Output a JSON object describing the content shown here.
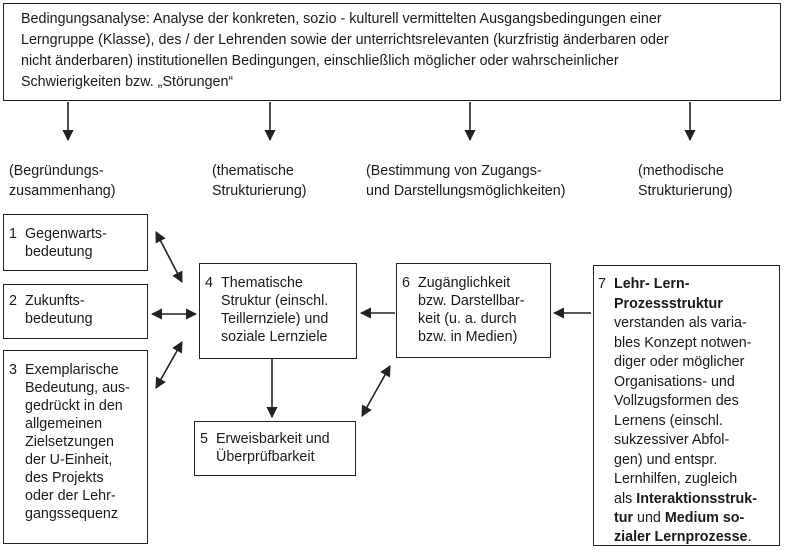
{
  "top_box": {
    "lines": [
      "Bedingungsanalyse: Analyse der konkreten, sozio - kulturell vermittelten Ausgangsbedingungen einer",
      "Lerngruppe (Klasse), des / der Lehrenden sowie der unterrichtsrelevanten (kurzfristig änderbaren oder",
      "nicht änderbaren) institutionellen Bedingungen, einschließlich möglicher oder wahrscheinlicher",
      "Schwierigkeiten bzw. „Störungen“"
    ]
  },
  "headers": [
    {
      "line1": "(Begründungs-",
      "line2": "zusammenhang)"
    },
    {
      "line1": "(thematische",
      "line2": "Strukturierung)"
    },
    {
      "line1": "(Bestimmung von Zugangs-",
      "line2": "und Darstellungsmöglichkeiten)"
    },
    {
      "line1": "(methodische",
      "line2": "Strukturierung)"
    }
  ],
  "box1": {
    "num": "1",
    "text": "Gegenwarts-\nbedeutung"
  },
  "box2": {
    "num": "2",
    "text": "Zukunfts-\nbedeutung"
  },
  "box3": {
    "num": "3",
    "text": "Exemplarische\nBedeutung, aus-\ngedrückt in den\nallgemeinen\nZielsetzungen\nder U-Einheit,\ndes Projekts\noder der Lehr-\ngangssequenz"
  },
  "box4": {
    "num": "4",
    "text": "Thematische\nStruktur (einschl.\nTeillernziele) und\nsoziale Lernziele"
  },
  "box5": {
    "num": "5",
    "text": "Erweisbarkeit und\nÜberprüfbarkeit"
  },
  "box6": {
    "num": "6",
    "text": "Zugänglichkeit\nbzw. Darstellbar-\nkeit (u. a. durch\nbzw. in Medien)"
  },
  "box7": {
    "num": "7",
    "l1_bold": "Lehr- Lern-",
    "l2_bold": "Prozessstruktur",
    "l3": "verstanden als varia-",
    "l4": "bles Konzept notwen-",
    "l5": "diger oder möglicher",
    "l6": "Organisations- und",
    "l7": "Vollzugsformen des",
    "l8": "Lernens (einschl.",
    "l9": "sukzessiver Abfol-",
    "l10": "gen) und entspr.",
    "l11": "Lernhilfen, zugleich",
    "l12_pre": "als ",
    "l12_bold": "Interaktionsstruk-",
    "l13_bold_a": "tur",
    "l13_mid": " und ",
    "l13_bold_b": "Medium so-",
    "l14_bold": "zialer Lernprozesse",
    "l14_post": "."
  }
}
